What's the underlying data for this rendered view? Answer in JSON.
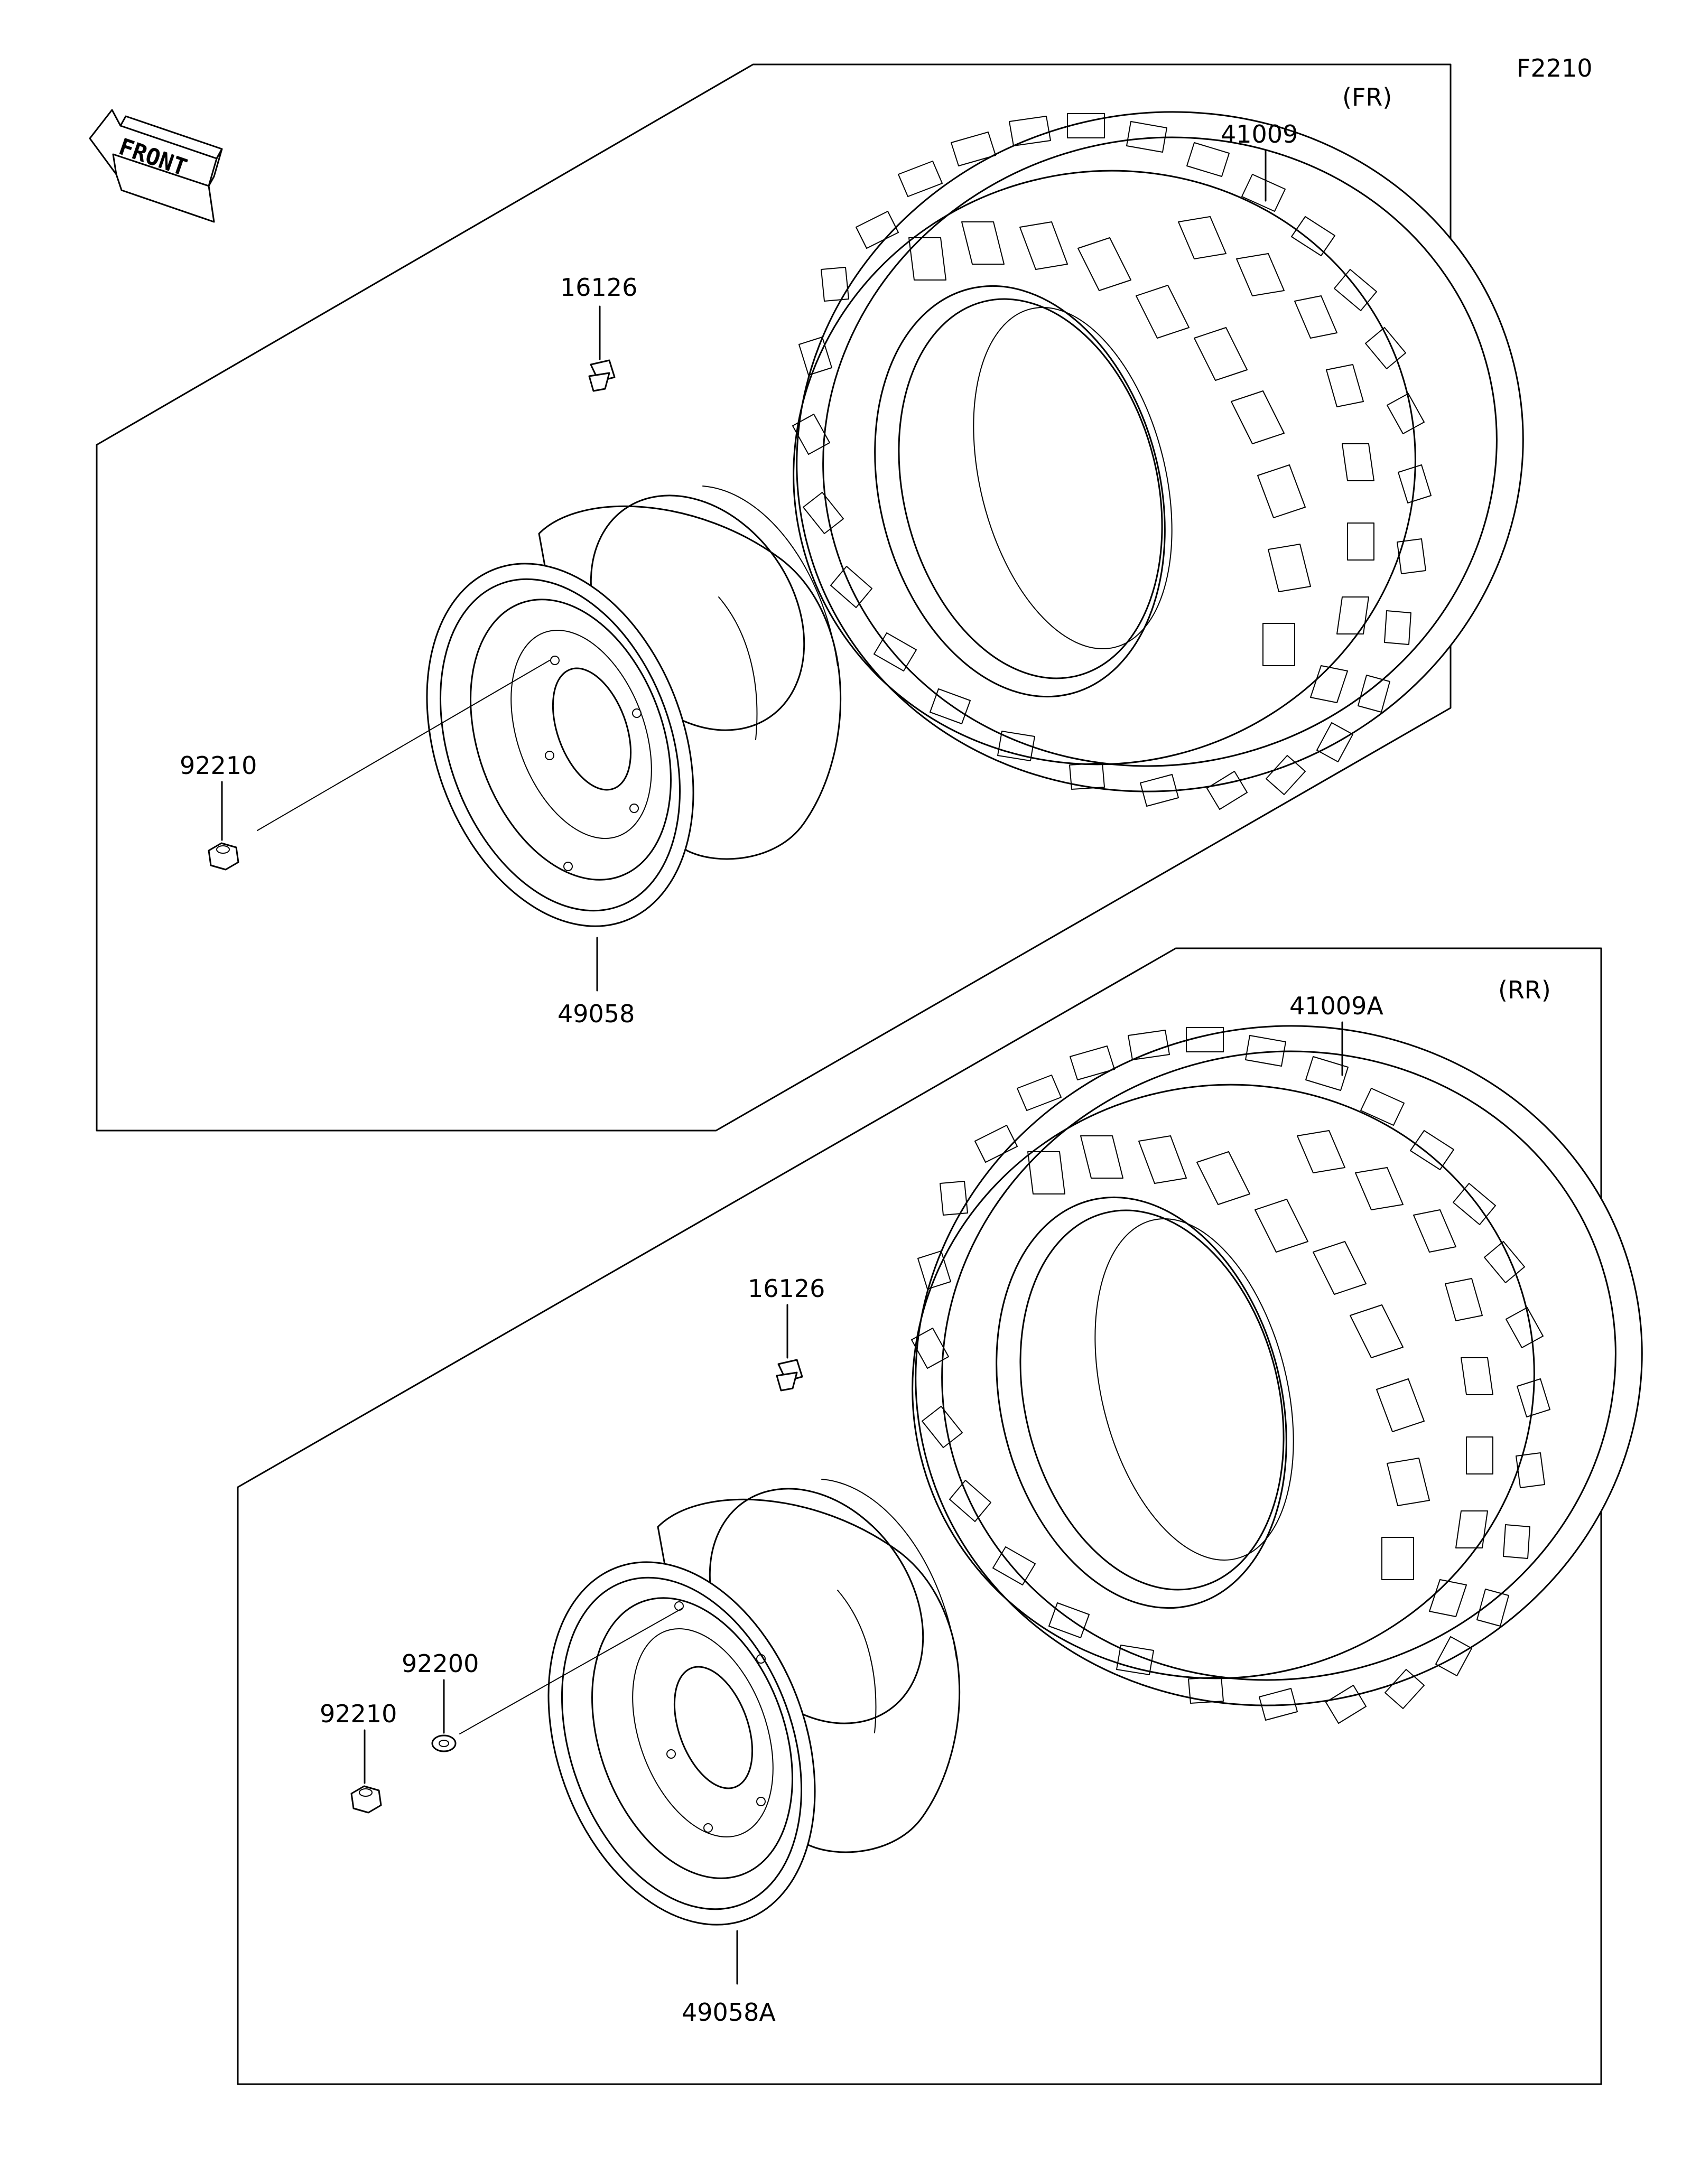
{
  "figure_code": "F2210",
  "front_label": "FRONT",
  "front_section": {
    "tag": "(FR)",
    "tire_part": "41009",
    "valve_part": "16126",
    "nut_part": "92210",
    "wheel_part": "49058"
  },
  "rear_section": {
    "tag": "(RR)",
    "tire_part": "41009A",
    "valve_part": "16126",
    "washer_part": "92200",
    "nut_part": "92210",
    "wheel_part": "49058A"
  }
}
